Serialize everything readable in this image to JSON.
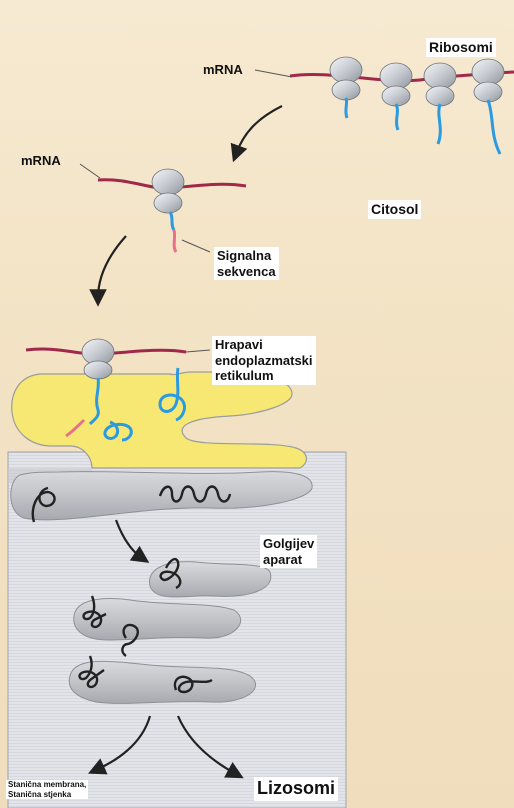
{
  "labels": {
    "ribosomes": "Ribosomi",
    "mrna_top": "mRNA",
    "mrna_middle": "mRNA",
    "cytosol": "Citosol",
    "signal_sequence": "Signalna\nsekvenca",
    "rough_er": "Hrapavi\nendoplazmatski\nretikulum",
    "golgi": "Golgijev\naparat",
    "membrane_wall": "Stanična membrana,\nStanična stjenka",
    "lysosomes": "Lizosomi"
  },
  "colors": {
    "mrna": "#a0284a",
    "protein_chain": "#2a9be0",
    "signal_peptide": "#e7708a",
    "er_lumen": "#f7e873",
    "ribosome": "#c9cdd2",
    "golgi": "#c4c6c9",
    "cell_background": "#dcdde2"
  }
}
